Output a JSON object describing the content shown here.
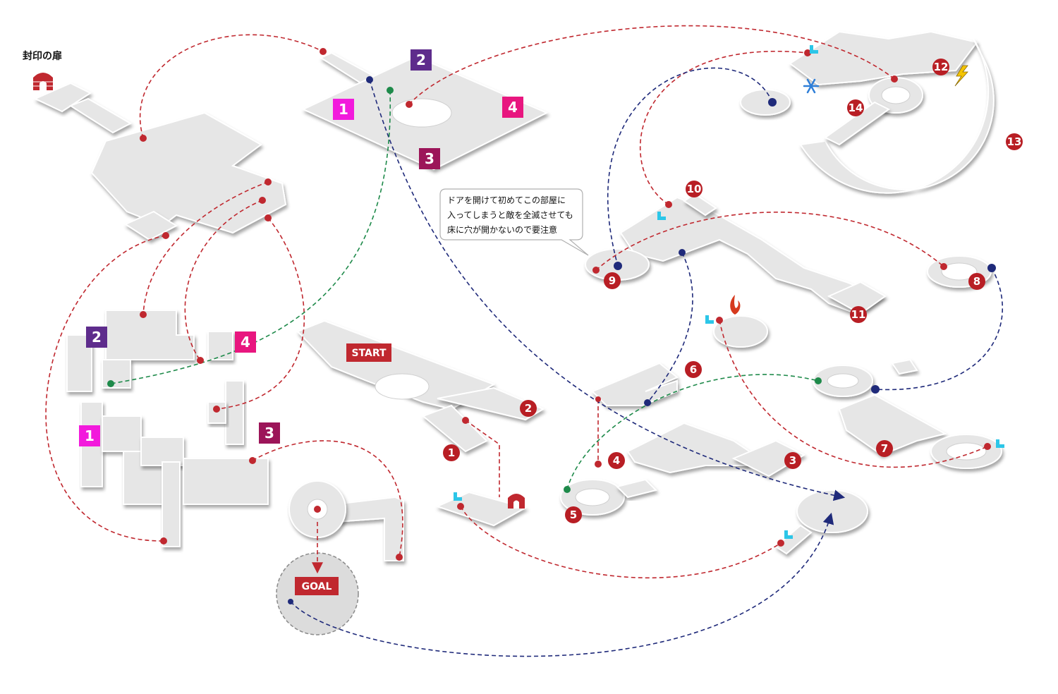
{
  "seal_door_label": "封印の扉",
  "start_label": "START",
  "goal_label": "GOAL",
  "note_lines": [
    "ドアを開けて初めてこの部屋に",
    "入ってしまうと敵を全滅させても",
    "床に穴が開かないので要注意"
  ],
  "room_numbers": [
    "1",
    "2",
    "3",
    "4",
    "5",
    "6",
    "7",
    "8",
    "9",
    "10",
    "11",
    "12",
    "13",
    "14"
  ],
  "switch_labels": [
    "1",
    "2",
    "3",
    "4"
  ],
  "colors": {
    "red_route": "#c0282f",
    "blue_route": "#1f2a7a",
    "green_route": "#1e8a4a",
    "number_badge": "#b81e24",
    "switch_1": "#f21adc",
    "switch_2": "#5e2c8c",
    "switch_3": "#9c1559",
    "switch_4": "#e8167f",
    "warp_marker": "#2cc6e8"
  },
  "icons": [
    "seal-door-icon",
    "snowflake-icon",
    "lightning-icon",
    "fire-icon",
    "warp-marker-icon"
  ]
}
